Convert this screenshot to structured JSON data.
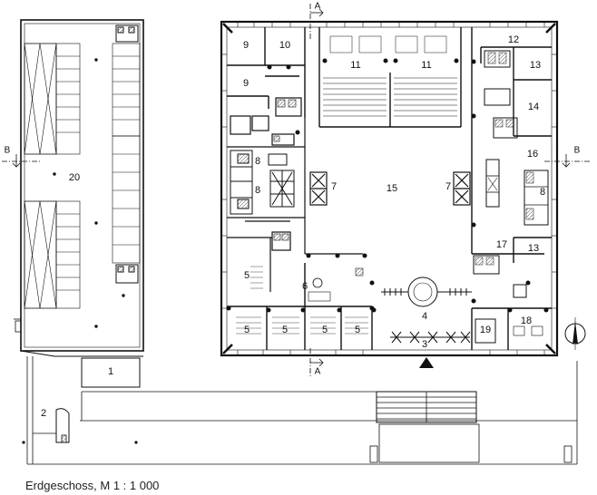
{
  "caption": "Erdgeschoss, M 1 : 1 000",
  "section_markers": {
    "a_top": "A",
    "a_bottom": "A",
    "b_left": "B",
    "b_right": "B"
  },
  "room_labels": {
    "r1": "1",
    "r2": "2",
    "r3": "3",
    "r4": "4",
    "r5a": "5",
    "r5b": "5",
    "r5c": "5",
    "r5d": "5",
    "r5e": "5",
    "r6": "6",
    "r7a": "7",
    "r7b": "7",
    "r8a": "8",
    "r8b": "8",
    "r8c": "8",
    "r9a": "9",
    "r9b": "9",
    "r10": "10",
    "r11a": "11",
    "r11b": "11",
    "r12": "12",
    "r13a": "13",
    "r13b": "13",
    "r14": "14",
    "r15": "15",
    "r16": "16",
    "r17": "17",
    "r18": "18",
    "r19": "19",
    "r20": "20"
  },
  "colors": {
    "line": "#111111",
    "hatch": "#555555",
    "background": "#ffffff"
  },
  "icons": {
    "entrance": "entrance-triangle-icon",
    "north": "north-arrow-icon"
  }
}
